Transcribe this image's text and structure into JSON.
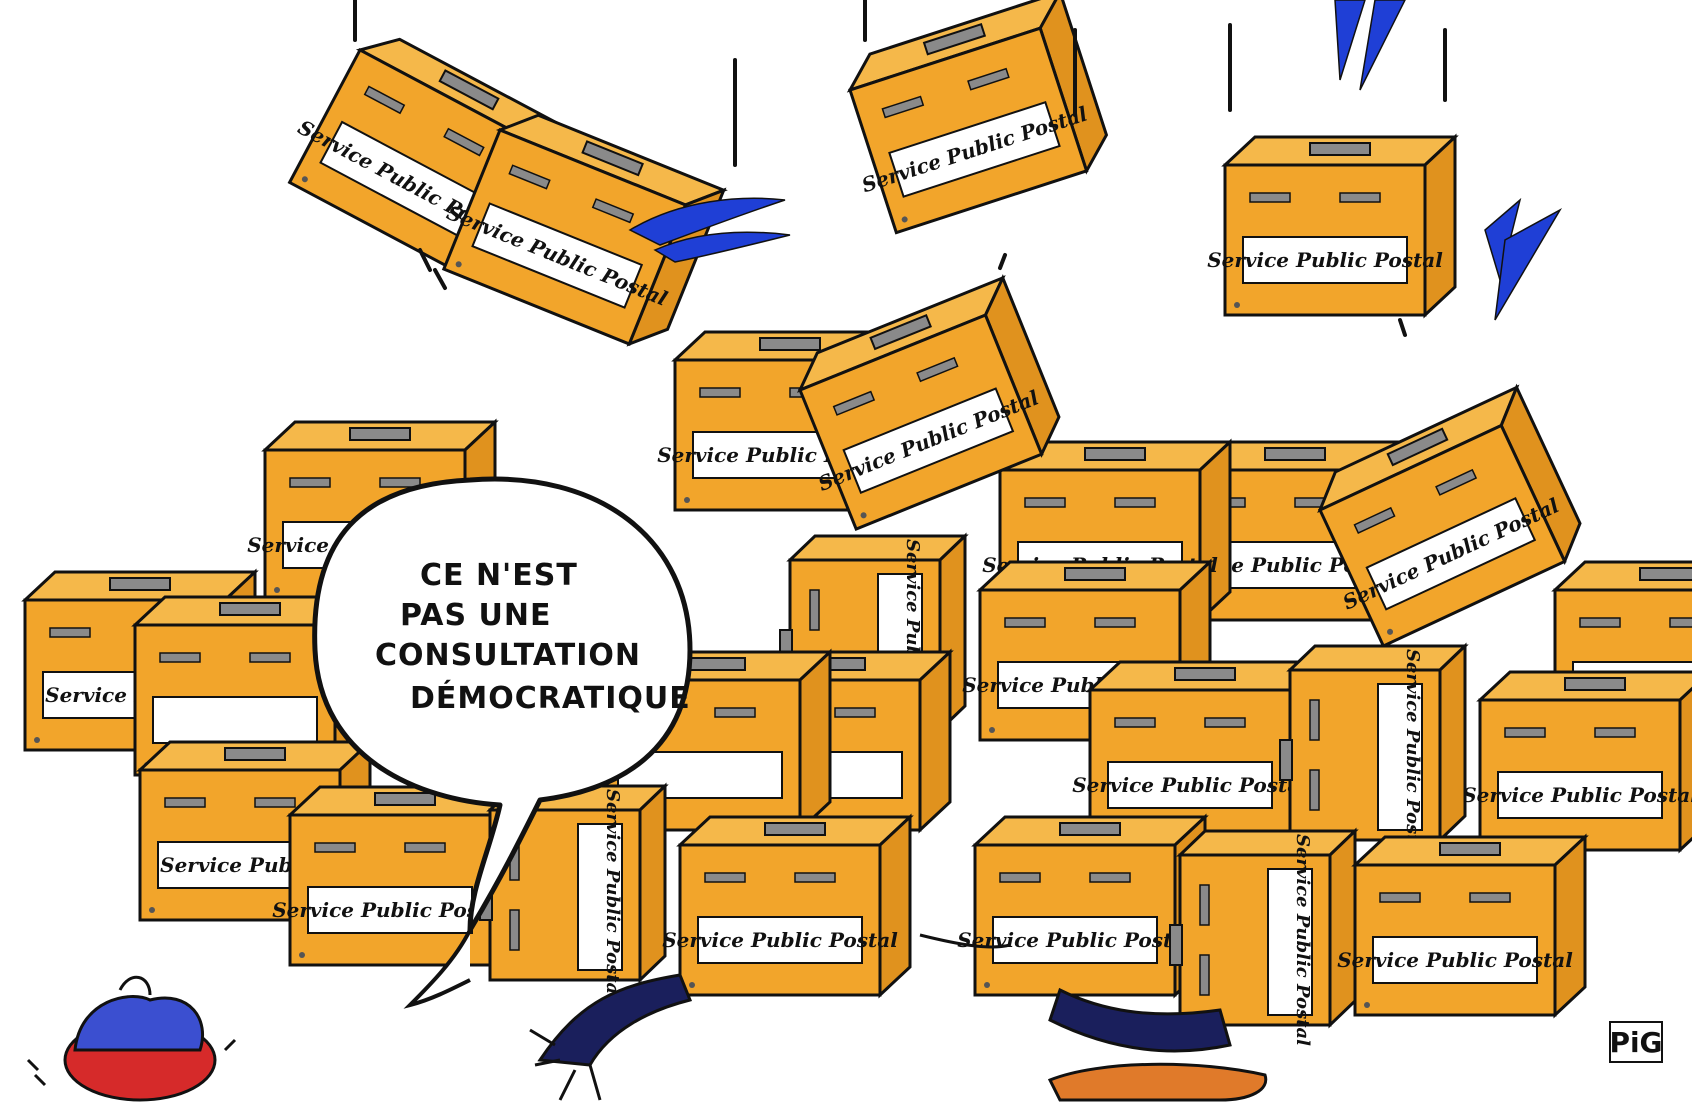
{
  "speech_bubble": {
    "lines": [
      "CE N'EST",
      "PAS UNE",
      "CONSULTATION",
      "DÉMOCRATIQUE"
    ]
  },
  "box_label": "Service Public Postal",
  "box_label_partial": "Service Public",
  "signature": "PiG",
  "colors": {
    "box_front": "#F2A52B",
    "box_top": "#F5B84A",
    "box_side": "#E0921E",
    "slot": "#8A8A8A",
    "label_bg": "#FFFFFF",
    "outline": "#111111",
    "flame_blue": "#1F3FD6",
    "pants_navy": "#1A1F5C",
    "shoe_orange": "#E07A2A",
    "hat_red": "#D62A2A",
    "hat_blue": "#3B4FD0"
  }
}
